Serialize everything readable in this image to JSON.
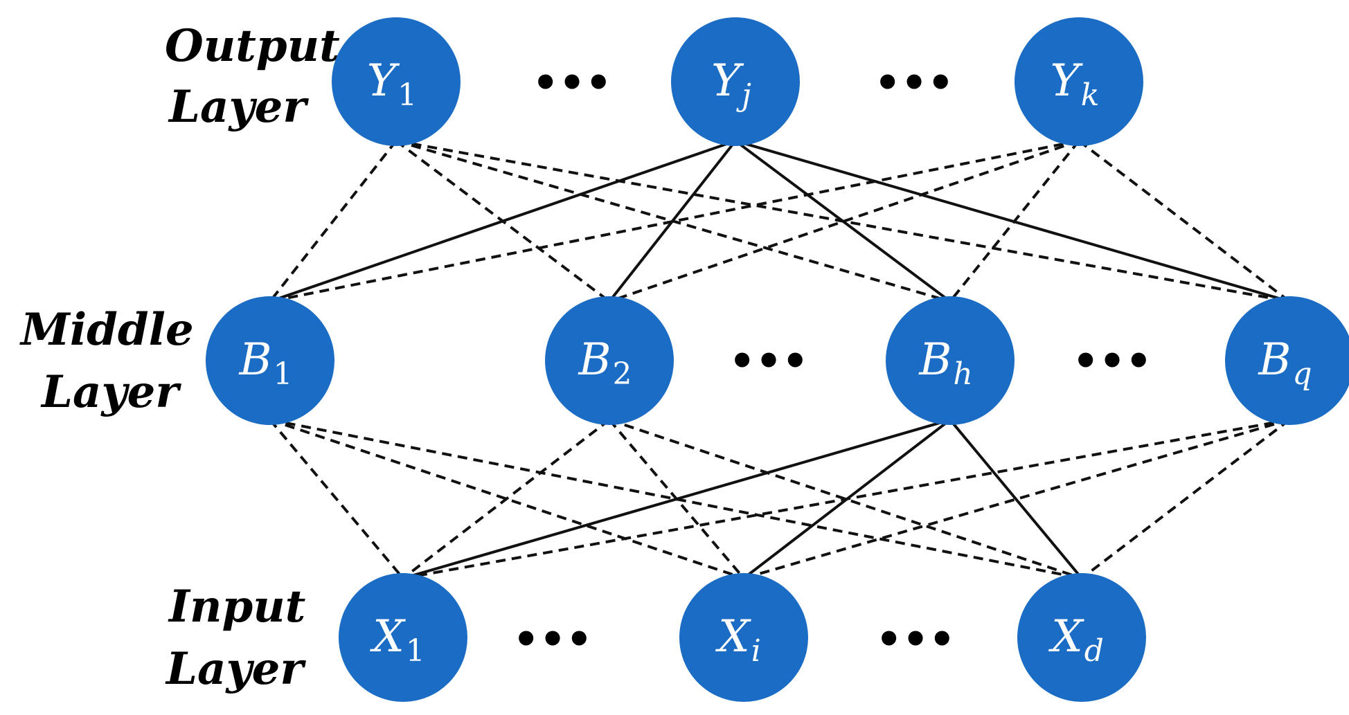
{
  "colors": {
    "node_fill": "#1B6CC4",
    "edge": "#111111",
    "label": "#000000"
  },
  "layers": {
    "output": {
      "label_line1": "Output",
      "label_line2": "Layer",
      "nodes": [
        {
          "id": "Y1",
          "letter": "Y",
          "sub": "1",
          "sub_italic": false
        },
        {
          "id": "Yj",
          "letter": "Y",
          "sub": "j",
          "sub_italic": true
        },
        {
          "id": "Yk",
          "letter": "Y",
          "sub": "k",
          "sub_italic": true
        }
      ]
    },
    "middle": {
      "label_line1": "Middle",
      "label_line2": "Layer",
      "nodes": [
        {
          "id": "B1",
          "letter": "B",
          "sub": "1",
          "sub_italic": false
        },
        {
          "id": "B2",
          "letter": "B",
          "sub": "2",
          "sub_italic": false
        },
        {
          "id": "Bh",
          "letter": "B",
          "sub": "h",
          "sub_italic": true
        },
        {
          "id": "Bq",
          "letter": "B",
          "sub": "q",
          "sub_italic": true
        }
      ]
    },
    "input": {
      "label_line1": "Input",
      "label_line2": "Layer",
      "nodes": [
        {
          "id": "X1",
          "letter": "X",
          "sub": "1",
          "sub_italic": false
        },
        {
          "id": "Xi",
          "letter": "X",
          "sub": "i",
          "sub_italic": true
        },
        {
          "id": "Xd",
          "letter": "X",
          "sub": "d",
          "sub_italic": true
        }
      ]
    }
  },
  "ellipsis_text": "•••",
  "edges": [
    {
      "from": "Y1",
      "to": "B1",
      "style": "dashed"
    },
    {
      "from": "Y1",
      "to": "B2",
      "style": "dashed"
    },
    {
      "from": "Y1",
      "to": "Bh",
      "style": "dashed"
    },
    {
      "from": "Y1",
      "to": "Bq",
      "style": "dashed"
    },
    {
      "from": "Yj",
      "to": "B1",
      "style": "solid"
    },
    {
      "from": "Yj",
      "to": "B2",
      "style": "solid"
    },
    {
      "from": "Yj",
      "to": "Bh",
      "style": "solid"
    },
    {
      "from": "Yj",
      "to": "Bq",
      "style": "solid"
    },
    {
      "from": "Yk",
      "to": "B1",
      "style": "dashed"
    },
    {
      "from": "Yk",
      "to": "B2",
      "style": "dashed"
    },
    {
      "from": "Yk",
      "to": "Bh",
      "style": "dashed"
    },
    {
      "from": "Yk",
      "to": "Bq",
      "style": "dashed"
    },
    {
      "from": "B1",
      "to": "X1",
      "style": "dashed"
    },
    {
      "from": "B1",
      "to": "Xi",
      "style": "dashed"
    },
    {
      "from": "B1",
      "to": "Xd",
      "style": "dashed"
    },
    {
      "from": "B2",
      "to": "X1",
      "style": "dashed"
    },
    {
      "from": "B2",
      "to": "Xi",
      "style": "dashed"
    },
    {
      "from": "B2",
      "to": "Xd",
      "style": "dashed"
    },
    {
      "from": "Bh",
      "to": "X1",
      "style": "solid"
    },
    {
      "from": "Bh",
      "to": "Xi",
      "style": "solid"
    },
    {
      "from": "Bh",
      "to": "Xd",
      "style": "solid"
    },
    {
      "from": "Bq",
      "to": "X1",
      "style": "dashed"
    },
    {
      "from": "Bq",
      "to": "Xi",
      "style": "dashed"
    },
    {
      "from": "Bq",
      "to": "Xd",
      "style": "dashed"
    }
  ]
}
